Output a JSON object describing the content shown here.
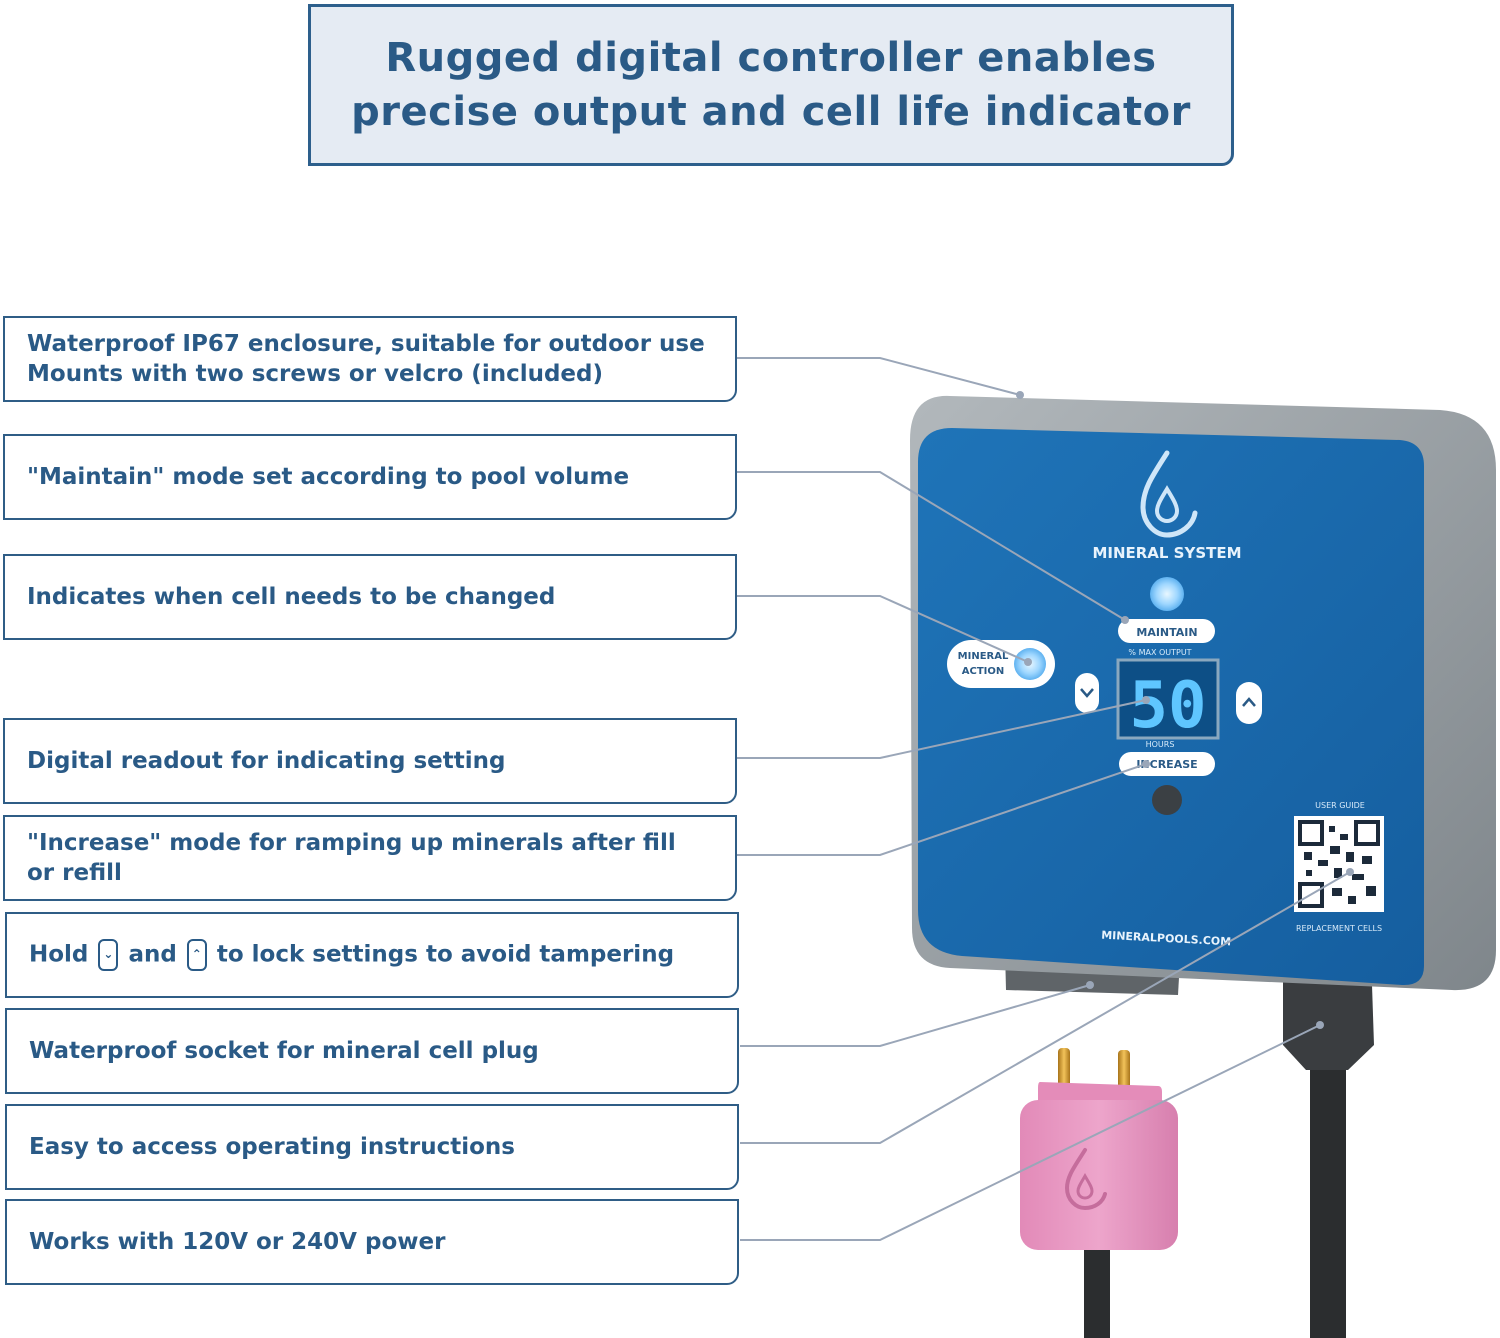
{
  "title": {
    "line1": "Rugged digital controller enables",
    "line2": "precise output and cell life indicator"
  },
  "callouts": [
    {
      "line1": "Waterproof IP67 enclosure, suitable for outdoor use",
      "line2": "Mounts with two screws or velcro (included)"
    },
    {
      "line1": "\"Maintain\" mode set according to pool volume"
    },
    {
      "line1": "Indicates when cell needs to be changed"
    },
    {
      "line1": "Digital readout for indicating setting"
    },
    {
      "line1": "\"Increase\" mode for ramping up minerals after fill",
      "line2": "or refill"
    },
    {
      "part1": "Hold",
      "part2": "and",
      "part3": "to lock settings to avoid tampering"
    },
    {
      "line1": "Waterproof socket for mineral cell plug"
    },
    {
      "line1": "Easy to access operating instructions"
    },
    {
      "line1": "Works with 120V or 240V power"
    }
  ],
  "device": {
    "brand": "MINERAL SYSTEM",
    "maintain_label": "MAINTAIN",
    "max_output_label": "% MAX OUTPUT",
    "mineral_action_line1": "MINERAL",
    "mineral_action_line2": "ACTION",
    "display_value": "50",
    "hours_label": "HOURS",
    "increase_label": "INCREASE",
    "user_guide_label": "USER GUIDE",
    "replacement_cells_label": "REPLACEMENT CELLS",
    "website": "MINERALPOOLS.COM",
    "down_icon": "chevron-down-icon",
    "up_icon": "chevron-up-icon"
  },
  "colors": {
    "accent": "#2a5a86",
    "panel_blue": "#1d6db0",
    "housing_gray": "#8d9499",
    "plug_pink": "#e99bc4"
  }
}
